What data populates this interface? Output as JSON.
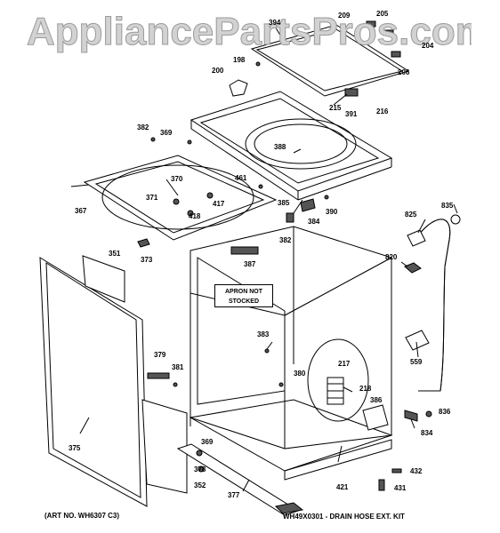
{
  "watermark": "AppliancePartsPros.com",
  "note_box": {
    "line1": "APRON NOT",
    "line2": "STOCKED"
  },
  "footer": {
    "left": "(ART NO. WH6307 C3)",
    "right": "WH49X0301 - DRAIN HOSE EXT. KIT"
  },
  "callouts": [
    "394",
    "209",
    "205",
    "204",
    "206",
    "198",
    "200",
    "215",
    "391",
    "216",
    "382",
    "369",
    "388",
    "461",
    "367",
    "370",
    "371",
    "417",
    "418",
    "385",
    "384",
    "390",
    "835",
    "825",
    "820",
    "351",
    "373",
    "387",
    "382",
    "383",
    "380",
    "217",
    "218",
    "386",
    "836",
    "834",
    "559",
    "379",
    "381",
    "369",
    "378",
    "375",
    "352",
    "377",
    "421",
    "432",
    "431"
  ],
  "colors": {
    "watermark": "#c8c8c8",
    "ink": "#000000"
  }
}
